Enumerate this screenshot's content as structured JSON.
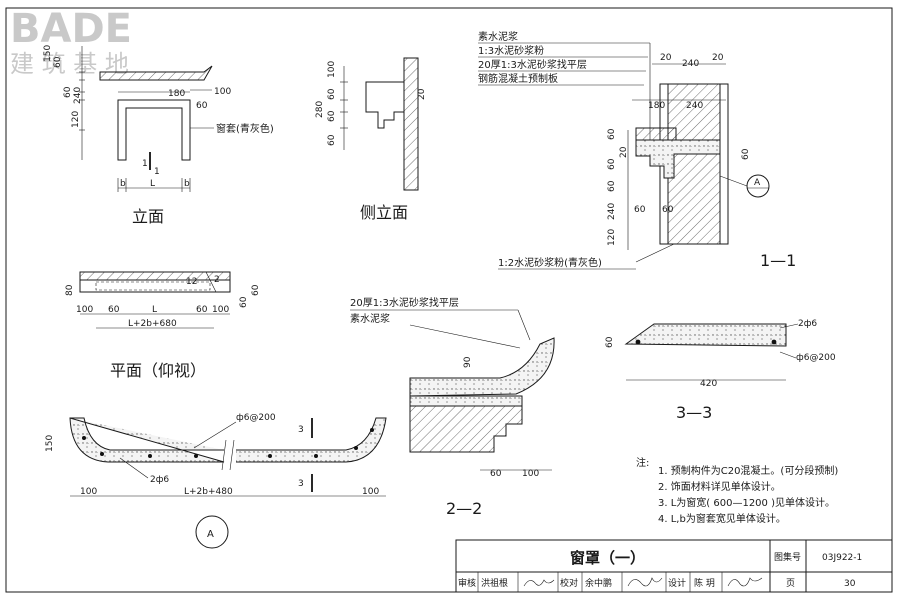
{
  "logo": {
    "brand": "BADE",
    "sub": "建 筑 基 地"
  },
  "views": {
    "elevation": "立面",
    "side_elevation": "侧立面",
    "plan": "平面（仰视）",
    "section_1": "1—1",
    "section_2": "2—2",
    "section_3": "3—3",
    "detail_a": "A"
  },
  "elevation_dims": {
    "d150": "150",
    "d60a": "60",
    "d60b": "60",
    "d240": "240",
    "d120": "120",
    "d180": "180",
    "d60c": "60",
    "d100": "100",
    "b1": "b",
    "L": "L",
    "b2": "b",
    "cut1": "1",
    "cut1b": "1",
    "label_window": "窗套(青灰色)"
  },
  "side_dims": {
    "d100": "100",
    "d280": "280",
    "d60a": "60",
    "d60b": "60",
    "d60c": "60",
    "d20": "20"
  },
  "section1": {
    "label_plain_slurry": "素水泥浆",
    "label_mortar_powder": "1:3水泥砂浆粉",
    "label_leveling": "20厚1:3水泥砂浆找平层",
    "label_precast": "钢筋混凝土预制板",
    "label_mortar_bottom": "1:2水泥砂浆粉(青灰色)",
    "d20a": "20",
    "d240a": "240",
    "d20b": "20",
    "d180": "180",
    "d240b": "240",
    "d60a": "60",
    "d20c": "20",
    "d60b": "60",
    "d60c": "60",
    "d240c": "240",
    "d120": "120",
    "d60d": "60",
    "d60e": "60",
    "detail_ref": "A"
  },
  "plan_dims": {
    "d80": "80",
    "d100a": "100",
    "d60a": "60",
    "L": "L",
    "d60b": "60",
    "d100b": "100",
    "total": "L+2b+680",
    "d2": "2",
    "d60c": "60",
    "d60d": "60",
    "d12": "12"
  },
  "section2": {
    "label_leveling": "20厚1:3水泥砂浆找平层",
    "label_plain_slurry": "素水泥浆",
    "d90": "90",
    "d60": "60",
    "d100": "100"
  },
  "detailA_plan": {
    "d150": "150",
    "d100a": "100",
    "total": "L+2b+480",
    "d100b": "100",
    "rebar_spacing": "ф6@200",
    "rebar_bars": "2ф6",
    "cut3": "3",
    "cut3b": "3"
  },
  "section3": {
    "rebar_bars": "2ф6",
    "rebar_spacing": "ф6@200",
    "d60": "60",
    "d420": "420"
  },
  "notes": {
    "header": "注:",
    "items": [
      "1.  预制构件为C20混凝土。(可分段预制)",
      "2.  饰面材料详见单体设计。",
      "3.  L为窗宽( 600—1200 )见单体设计。",
      "4.  L,b为窗套宽见单体设计。"
    ]
  },
  "title_block": {
    "title": "窗罩（一）",
    "atlas_label": "图集号",
    "atlas_no": "03J922-1",
    "review_label": "审核",
    "reviewer": "洪祖根",
    "check_label": "校对",
    "checker": "余中鹏",
    "design_label": "设计",
    "designer": "陈  玥",
    "page_label": "页",
    "page_no": "30"
  }
}
